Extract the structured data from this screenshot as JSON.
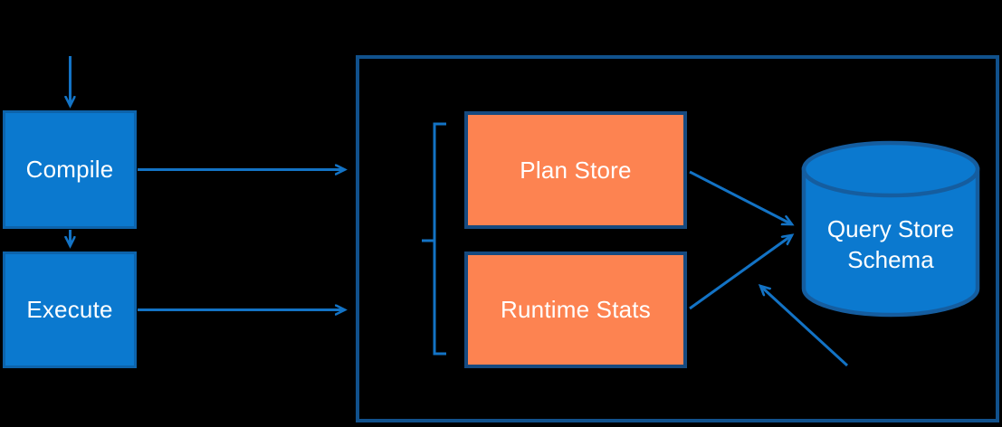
{
  "diagram": {
    "title_hint": "Query Store architecture flow",
    "nodes": {
      "compile": {
        "label": "Compile"
      },
      "execute": {
        "label": "Execute"
      },
      "plan_store": {
        "label": "Plan Store"
      },
      "runtime_stats": {
        "label": "Runtime Stats"
      },
      "query_store_schema": {
        "label": "Query Store\nSchema"
      }
    },
    "colors": {
      "background": "#000000",
      "blue_node_fill": "#0b79cf",
      "blue_node_border": "#0d63ab",
      "orange_node_fill": "#fd8351",
      "orange_node_border": "#164a80",
      "container_border": "#11518c",
      "arrow_blue": "#1373c5",
      "cylinder_fill": "#0b79cf",
      "cylinder_border": "#155d9f",
      "text": "#ffffff"
    }
  }
}
